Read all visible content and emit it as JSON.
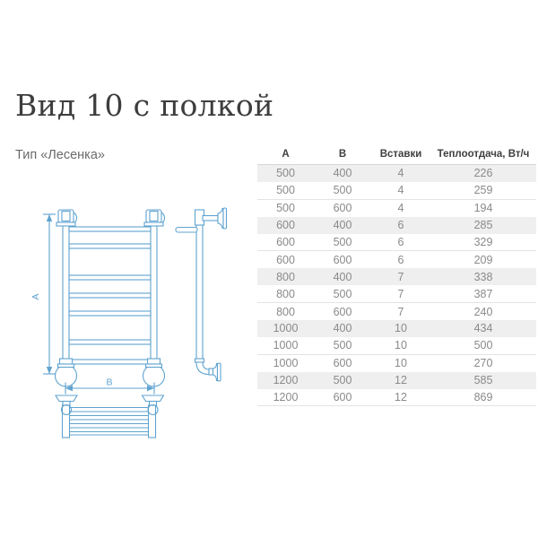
{
  "page": {
    "title": "Вид 10 с полкой",
    "subtitle": "Тип «Лесенка»"
  },
  "drawing": {
    "description": "ladder-towel-rail-with-shelf-technical-drawing",
    "dim_a_label": "A",
    "dim_b_label": "B",
    "line_color": "#5fa3d0"
  },
  "table": {
    "columns": [
      "A",
      "B",
      "Вставки",
      "Теплоотдача, Вт/ч"
    ],
    "rows": [
      [
        "500",
        "400",
        "4",
        "226"
      ],
      [
        "500",
        "500",
        "4",
        "259"
      ],
      [
        "500",
        "600",
        "4",
        "194"
      ],
      [
        "600",
        "400",
        "6",
        "285"
      ],
      [
        "600",
        "500",
        "6",
        "329"
      ],
      [
        "600",
        "600",
        "6",
        "209"
      ],
      [
        "800",
        "400",
        "7",
        "338"
      ],
      [
        "800",
        "500",
        "7",
        "387"
      ],
      [
        "800",
        "600",
        "7",
        "240"
      ],
      [
        "1000",
        "400",
        "10",
        "434"
      ],
      [
        "1000",
        "500",
        "10",
        "500"
      ],
      [
        "1000",
        "600",
        "10",
        "270"
      ],
      [
        "1200",
        "500",
        "12",
        "585"
      ],
      [
        "1200",
        "600",
        "12",
        "869"
      ]
    ],
    "stripe_color": "#efefef"
  }
}
